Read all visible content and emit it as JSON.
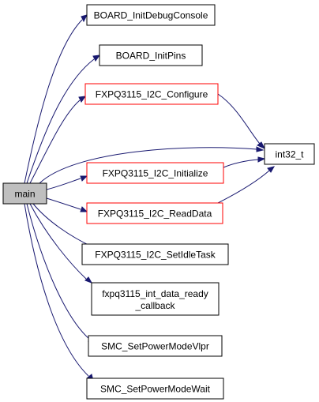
{
  "colors": {
    "edge": "#191970",
    "normal_border": "#000000",
    "truncated_border": "#ff0000",
    "root_fill": "#bfbfbf"
  },
  "nodes": {
    "main": {
      "label": "main",
      "kind": "root"
    },
    "board_init_debug_console": {
      "label": "BOARD_InitDebugConsole",
      "kind": "normal"
    },
    "board_init_pins": {
      "label": "BOARD_InitPins",
      "kind": "normal"
    },
    "fxpq3115_i2c_configure": {
      "label": "FXPQ3115_I2C_Configure",
      "kind": "truncated"
    },
    "int32_t": {
      "label": "int32_t",
      "kind": "normal"
    },
    "fxpq3115_i2c_initialize": {
      "label": "FXPQ3115_I2C_Initialize",
      "kind": "truncated"
    },
    "fxpq3115_i2c_readdata": {
      "label": "FXPQ3115_I2C_ReadData",
      "kind": "truncated"
    },
    "fxpq3115_i2c_setidletask": {
      "label": "FXPQ3115_I2C_SetIdleTask",
      "kind": "normal"
    },
    "fxpq3115_int_data_ready_callback": {
      "label_line1": "fxpq3115_int_data_ready",
      "label_line2": "_callback",
      "kind": "normal"
    },
    "smc_setpowermodevlpr": {
      "label": "SMC_SetPowerModeVlpr",
      "kind": "normal"
    },
    "smc_setpowermodewait": {
      "label": "SMC_SetPowerModeWait",
      "kind": "normal"
    }
  },
  "edges": [
    {
      "from": "main",
      "to": "board_init_debug_console"
    },
    {
      "from": "main",
      "to": "board_init_pins"
    },
    {
      "from": "main",
      "to": "fxpq3115_i2c_configure"
    },
    {
      "from": "main",
      "to": "int32_t"
    },
    {
      "from": "main",
      "to": "fxpq3115_i2c_initialize"
    },
    {
      "from": "main",
      "to": "fxpq3115_i2c_readdata"
    },
    {
      "from": "main",
      "to": "fxpq3115_i2c_setidletask"
    },
    {
      "from": "main",
      "to": "fxpq3115_int_data_ready_callback"
    },
    {
      "from": "main",
      "to": "smc_setpowermodevlpr"
    },
    {
      "from": "main",
      "to": "smc_setpowermodewait"
    },
    {
      "from": "fxpq3115_i2c_configure",
      "to": "int32_t"
    },
    {
      "from": "fxpq3115_i2c_initialize",
      "to": "int32_t"
    },
    {
      "from": "fxpq3115_i2c_readdata",
      "to": "int32_t"
    }
  ]
}
